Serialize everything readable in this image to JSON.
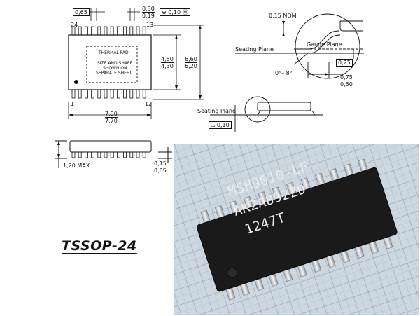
{
  "package_title": "TSSOP-24",
  "top_view": {
    "pin_top_left": "24",
    "pin_top_right": "13",
    "pin_bottom_left": "1",
    "pin_bottom_right": "12",
    "pitch": "0,65",
    "lead_width_max": "0,30",
    "lead_width_min": "0,19",
    "position_tol": "0,10",
    "thermal_pad_title": "THERMAL PAD",
    "thermal_pad_note": [
      "SIZE AND SHAPE",
      "SHOWN ON",
      "SEPARATE SHEET"
    ],
    "body_width_max": "4,50",
    "body_width_min": "4,30",
    "overall_width_max": "6,60",
    "overall_width_min": "6,20",
    "length_max": "7,90",
    "length_min": "7,70"
  },
  "detail_view": {
    "nom_thickness": "0,15 NOM",
    "gauge_plane": "Gauge Plane",
    "seating_plane": "Seating Plane",
    "gauge_height": "0,25",
    "angle": "0°– 8°",
    "foot_max": "0,75",
    "foot_min": "0,50"
  },
  "side_view": {
    "seating_plane": "Seating Plane",
    "coplanarity": "0,10",
    "height_max": "1,20 MAX",
    "standoff_max": "0,15",
    "standoff_min": "0,05"
  },
  "chip_marking": {
    "line1": "MSH9010-LF",
    "line2": "AK2A892ZD",
    "line3": "1247T"
  }
}
